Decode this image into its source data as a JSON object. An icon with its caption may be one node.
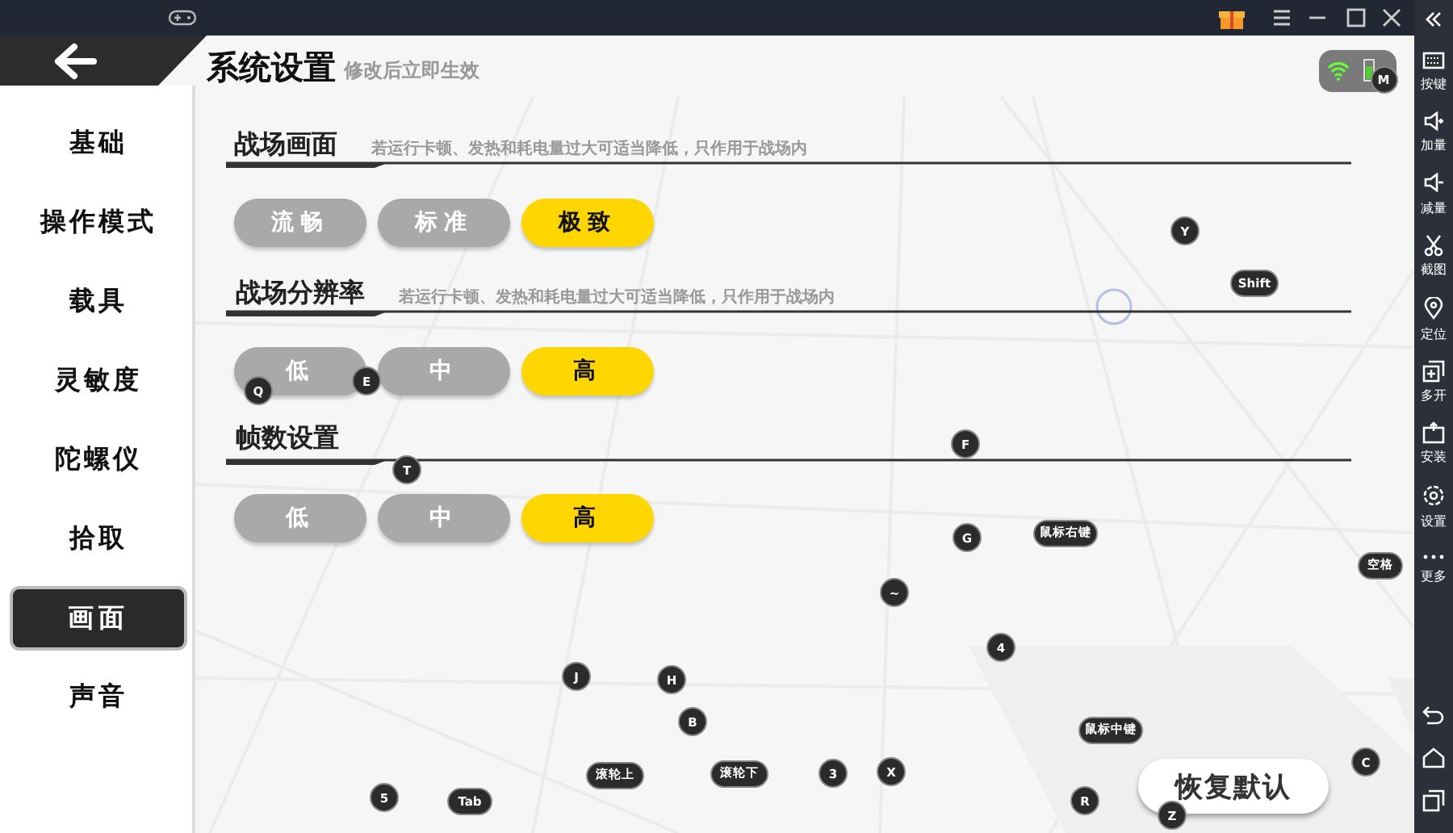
{
  "diagram": {
    "nodes": [
      {
        "text": [
          "M"
        ]
      },
      {
        "text": [
          "流畅"
        ]
      },
      {
        "text": [
          "标准"
        ]
      },
      {
        "text": [
          "极致"
        ]
      },
      {
        "text": [
          "Y"
        ]
      },
      {
        "text": [
          "Shift"
        ]
      },
      {
        "text": [
          "低"
        ]
      },
      {
        "text": [
          "中"
        ]
      },
      {
        "text": [
          "高"
        ]
      },
      {
        "text": [
          "Q"
        ]
      },
      {
        "text": [
          "E"
        ]
      },
      {
        "text": [
          "F"
        ]
      },
      {
        "text": [
          "T"
        ]
      },
      {
        "text": [
          "低"
        ]
      },
      {
        "text": [
          "中"
        ]
      },
      {
        "text": [
          "高"
        ]
      },
      {
        "text": [
          "鼠标右键"
        ]
      },
      {
        "text": [
          "G"
        ]
      },
      {
        "text": [
          "空格"
        ]
      },
      {
        "text": [
          "画面"
        ]
      },
      {
        "text": [
          "~"
        ]
      },
      {
        "text": [
          "4"
        ]
      },
      {
        "text": [
          "J"
        ]
      },
      {
        "text": [
          "H"
        ]
      },
      {
        "text": [
          "B"
        ]
      },
      {
        "text": [
          "鼠标中键"
        ]
      },
      {
        "text": [
          "C"
        ]
      },
      {
        "text": [
          "恢复默认"
        ]
      },
      {
        "text": [
          "滚轮上"
        ]
      },
      {
        "text": [
          "滚轮下"
        ]
      },
      {
        "text": [
          "3"
        ]
      },
      {
        "text": [
          "X"
        ]
      },
      {
        "text": [
          "5"
        ]
      },
      {
        "text": [
          "Tab"
        ]
      },
      {
        "text": [
          "R"
        ]
      },
      {
        "text": [
          "Z"
        ]
      }
    ],
    "labels": [
      "系统设置",
      "修改后立即生效",
      "基础",
      "操作模式",
      "载具",
      "灵敏度",
      "陀螺仪",
      "拾取",
      "声音",
      "战场画面",
      "若运行卡顿、发热和耗电量过大可适当降低，只作用于战场内",
      "战场分辨率",
      "若运行卡顿、发热和耗电量过大可适当降低，只作用于战场内",
      "帧数设置",
      "按键",
      "加量",
      "减量",
      "截图",
      "定位",
      "多开",
      "安装",
      "设置",
      "更多"
    ]
  }
}
